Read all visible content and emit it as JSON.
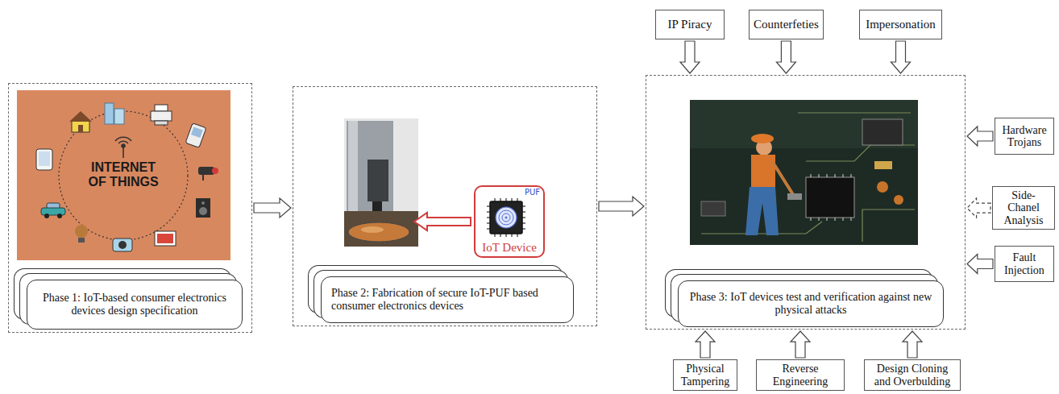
{
  "diagram": {
    "nodes": [
      {
        "text": []
      },
      {
        "text": [
          "Phase 1: IoT-based consumer electronics devices design specification"
        ],
        "in": 0
      },
      {
        "text": []
      },
      {
        "text": [
          "PUF",
          "IoT Device"
        ],
        "in": 2
      },
      {
        "text": [
          "Phase 2: Fabrication of secure IoT-PUF based consumer electronics devices"
        ],
        "in": 2
      },
      {
        "text": [
          "IP Piracy"
        ]
      },
      {
        "text": [
          "Counterfeties"
        ]
      },
      {
        "text": [
          "Impersonation"
        ]
      },
      {
        "text": []
      },
      {
        "text": [
          "Phase 3: IoT devices test and verification against new physical attacks"
        ],
        "in": 8
      },
      {
        "text": [
          "Hardware Trojans"
        ]
      },
      {
        "text": [
          "Side-Chanel Analysis"
        ]
      },
      {
        "text": [
          "Fault Injection"
        ]
      },
      {
        "text": [
          "Physical Tampering"
        ]
      },
      {
        "text": [
          "Reverse Engineering"
        ]
      },
      {
        "text": [
          "Design Cloning and Overbulding"
        ]
      }
    ],
    "edges": [
      {
        "from": 0,
        "to": 2,
        "arrow": "to"
      },
      {
        "from": 2,
        "to": 8,
        "arrow": "to"
      },
      {
        "from": 5,
        "to": 8,
        "arrow": "to"
      },
      {
        "from": 6,
        "to": 8,
        "arrow": "to"
      },
      {
        "from": 7,
        "to": 8,
        "arrow": "to"
      },
      {
        "from": 10,
        "to": 8,
        "arrow": "to"
      },
      {
        "from": 11,
        "to": 8,
        "arrow": "to"
      },
      {
        "from": 12,
        "to": 8,
        "arrow": "to"
      },
      {
        "from": 13,
        "to": 8,
        "arrow": "to"
      },
      {
        "from": 14,
        "to": 8,
        "arrow": "to"
      },
      {
        "from": 15,
        "to": 8,
        "arrow": "to"
      }
    ],
    "labels": [
      "INTERNET OF THINGS"
    ]
  }
}
